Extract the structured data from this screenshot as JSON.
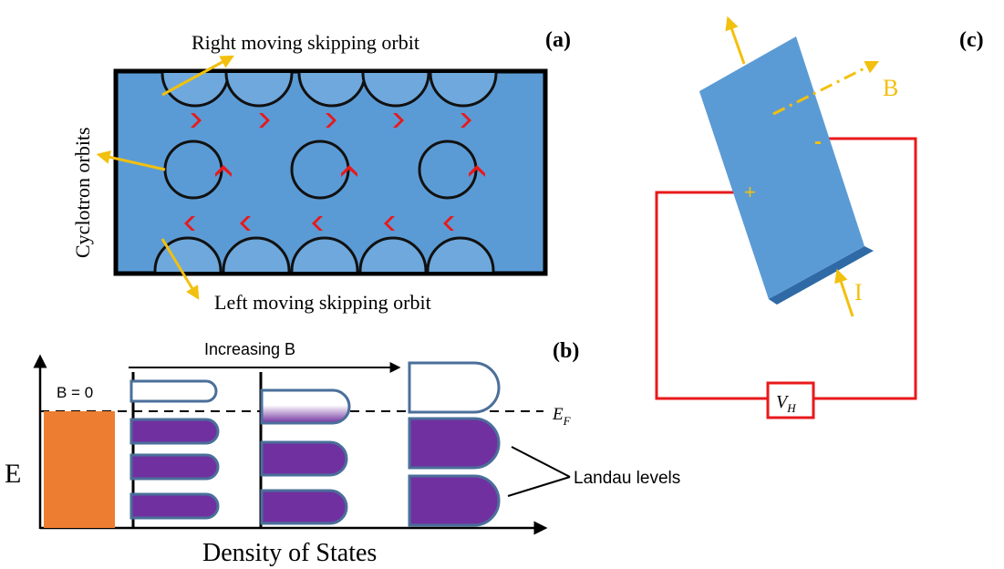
{
  "panel_a": {
    "label": "(a)",
    "right_orbit_label": "Right moving skipping orbit",
    "left_orbit_label": "Left moving skipping orbit",
    "cyclotron_label": "Cyclotron orbits"
  },
  "panel_b": {
    "label": "(b)",
    "b_zero_label": "B = 0",
    "increasing_label": "Increasing B",
    "energy_label": "E",
    "fermi_label_main": "E",
    "fermi_label_sub": "F",
    "dos_label": "Density of States",
    "landau_label": "Landau levels"
  },
  "panel_c": {
    "label": "(c)",
    "b_label": "B",
    "i_label": "I",
    "plus_label": "+",
    "minus_label": "-",
    "vh_main": "V",
    "vh_sub": "H"
  },
  "colors": {
    "sample_fill": "#5b9bd5",
    "arrow_gold": "#f2c00e",
    "chevron_red": "#e8191b",
    "orange_dos": "#ed7d31",
    "landau_purple": "#7030a0",
    "circuit_red": "#e8191b"
  }
}
